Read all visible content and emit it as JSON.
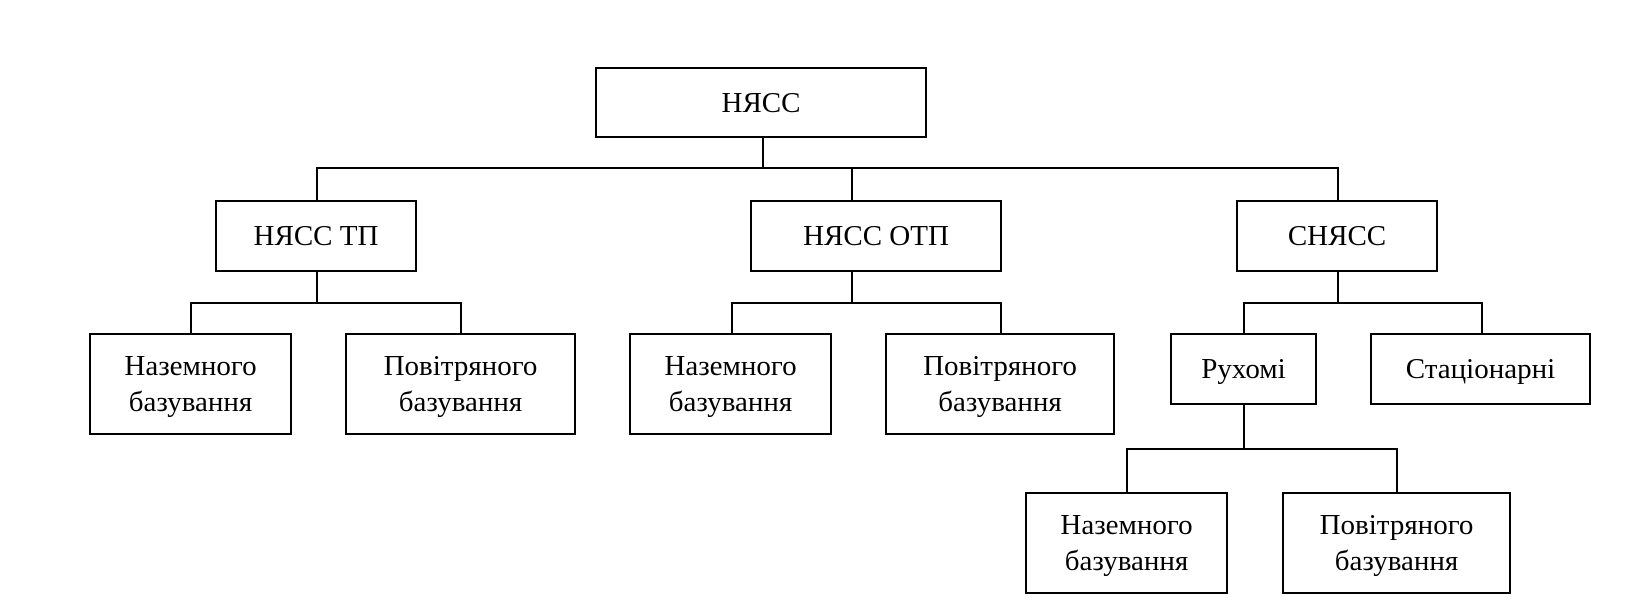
{
  "diagram": {
    "root": {
      "label": "НЯСС"
    },
    "branch_tp": {
      "label": "НЯСС ТП",
      "children": [
        {
          "label": "Наземного\nбазування"
        },
        {
          "label": "Повітряного\nбазування"
        }
      ]
    },
    "branch_otp": {
      "label": "НЯСС ОТП",
      "children": [
        {
          "label": "Наземного\nбазування"
        },
        {
          "label": "Повітряного\nбазування"
        }
      ]
    },
    "branch_snyass": {
      "label": "СНЯСС",
      "mobile": {
        "label": "Рухомі",
        "children": [
          {
            "label": "Наземного\nбазування"
          },
          {
            "label": "Повітряного\nбазування"
          }
        ]
      },
      "stationary": {
        "label": "Стаціонарні"
      }
    }
  },
  "colors": {
    "line": "#000000",
    "box_border": "#000000",
    "background": "#ffffff"
  }
}
